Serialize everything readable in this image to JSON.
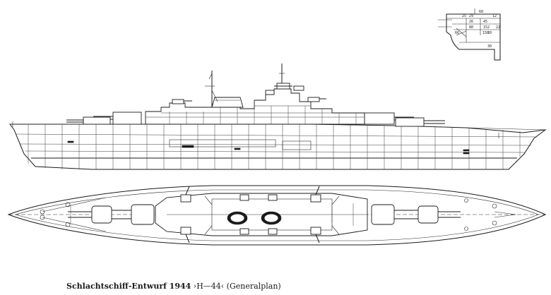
{
  "caption": {
    "title": "Schlachtschiff-Entwurf 1944",
    "designation": "›H—44‹",
    "subtitle": "(Generalplan)"
  },
  "inset": {
    "labels": [
      "60",
      "25",
      "29",
      "12",
      "26",
      "45",
      "152",
      "22",
      "150",
      "80",
      "20",
      "66",
      "30"
    ]
  }
}
